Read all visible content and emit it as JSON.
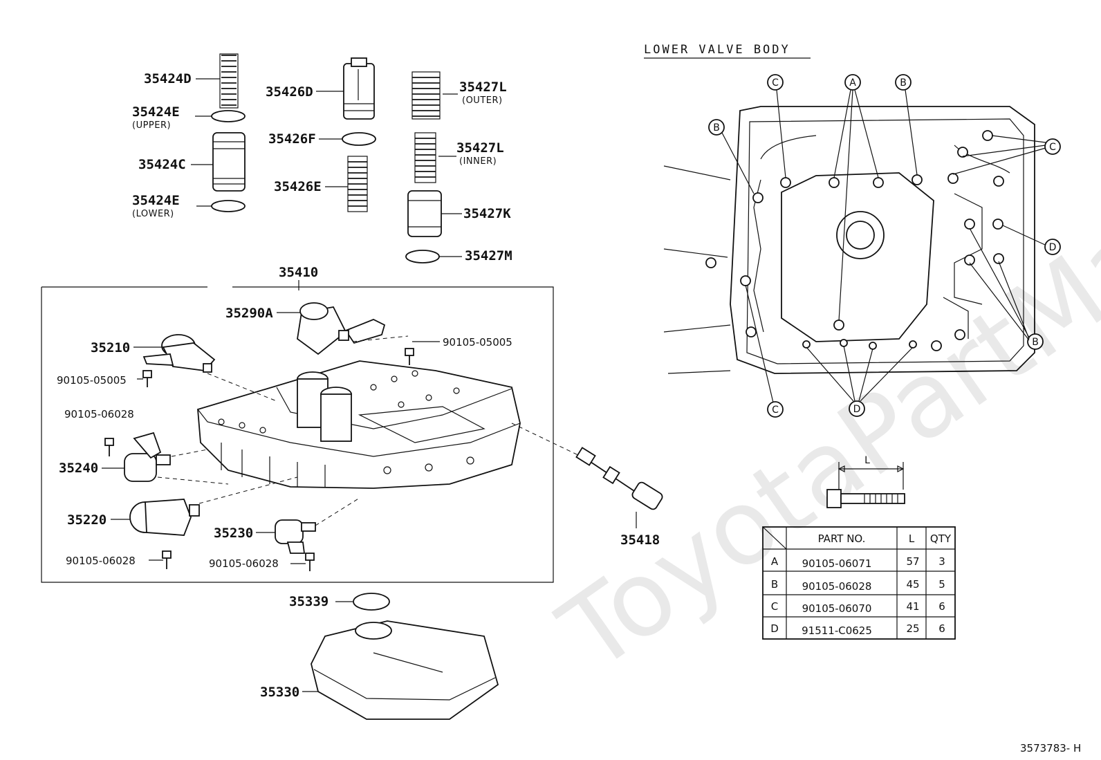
{
  "watermark": "ToyotaPartMall.ru",
  "title": "LOWER VALVE BODY",
  "figure_number": "3573783- H",
  "bolt_dim_label": "L",
  "callouts": {
    "a": "A",
    "b": "B",
    "c": "C",
    "d": "D"
  },
  "labels": {
    "p35424D": "35424D",
    "p35424E_upper": "35424E",
    "upper": "(UPPER)",
    "p35424C": "35424C",
    "p35424E_lower": "35424E",
    "lower": "(LOWER)",
    "p35426D": "35426D",
    "p35426F": "35426F",
    "p35426E": "35426E",
    "p35427L_outer": "35427L",
    "outer": "(OUTER)",
    "p35427L_inner": "35427L",
    "inner": "(INNER)",
    "p35427K": "35427K",
    "p35427M": "35427M",
    "p35410": "35410",
    "p35290A": "35290A",
    "p35210": "35210",
    "p90105_05005_a": "90105-05005",
    "p90105_05005_b": "90105-05005",
    "p90105_06028_a": "90105-06028",
    "p35240": "35240",
    "p35220": "35220",
    "p90105_06028_b": "90105-06028",
    "p35230": "35230",
    "p90105_06028_c": "90105-06028",
    "p35418": "35418",
    "p35339": "35339",
    "p35330": "35330"
  },
  "table": {
    "headers": [
      "PART NO.",
      "L",
      "QTY"
    ],
    "rows": [
      {
        "key": "A",
        "part": "90105-06071",
        "l": "57",
        "qty": "3"
      },
      {
        "key": "B",
        "part": "90105-06028",
        "l": "45",
        "qty": "5"
      },
      {
        "key": "C",
        "part": "90105-06070",
        "l": "41",
        "qty": "6"
      },
      {
        "key": "D",
        "part": "91511-C0625",
        "l": "25",
        "qty": "6"
      }
    ]
  }
}
